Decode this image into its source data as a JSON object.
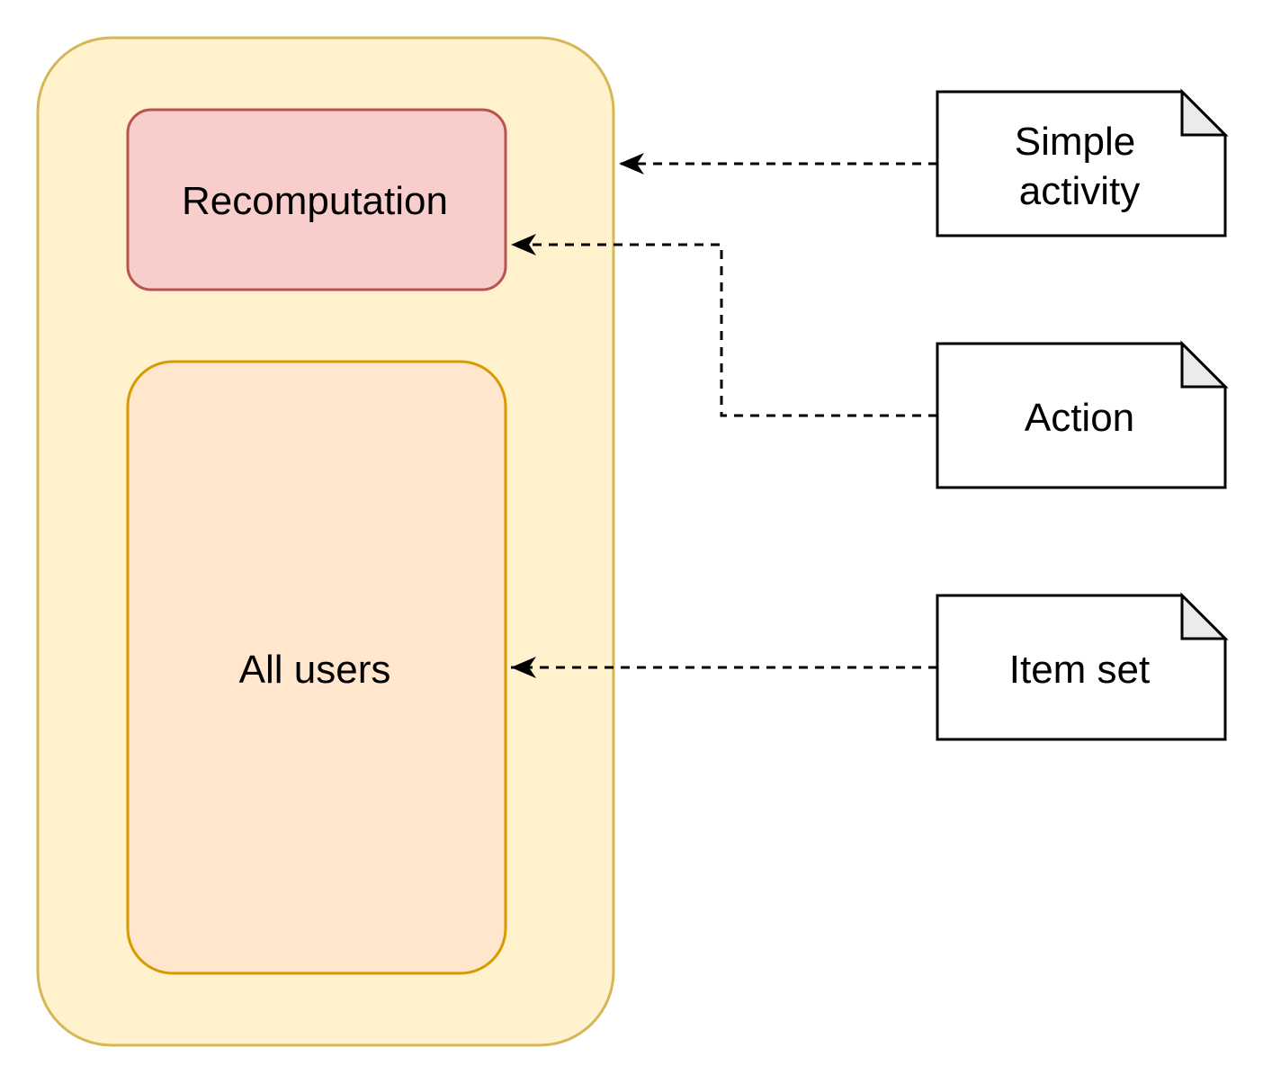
{
  "container": {
    "fill": "#fff2cc",
    "stroke": "#d6b656"
  },
  "recomputation": {
    "label": "Recomputation",
    "fill": "#f8cecc",
    "stroke": "#b85450"
  },
  "all_users": {
    "label": "All users",
    "fill": "#ffe6cc",
    "stroke": "#d79b00"
  },
  "notes": {
    "simple_activity": {
      "line1": "Simple",
      "line2": "activity"
    },
    "action": {
      "label": "Action"
    },
    "item_set": {
      "label": "Item set"
    },
    "fill": "#ffffff",
    "fold_fill": "#ebebeb",
    "stroke": "#000000"
  },
  "connector_style": "dashed"
}
